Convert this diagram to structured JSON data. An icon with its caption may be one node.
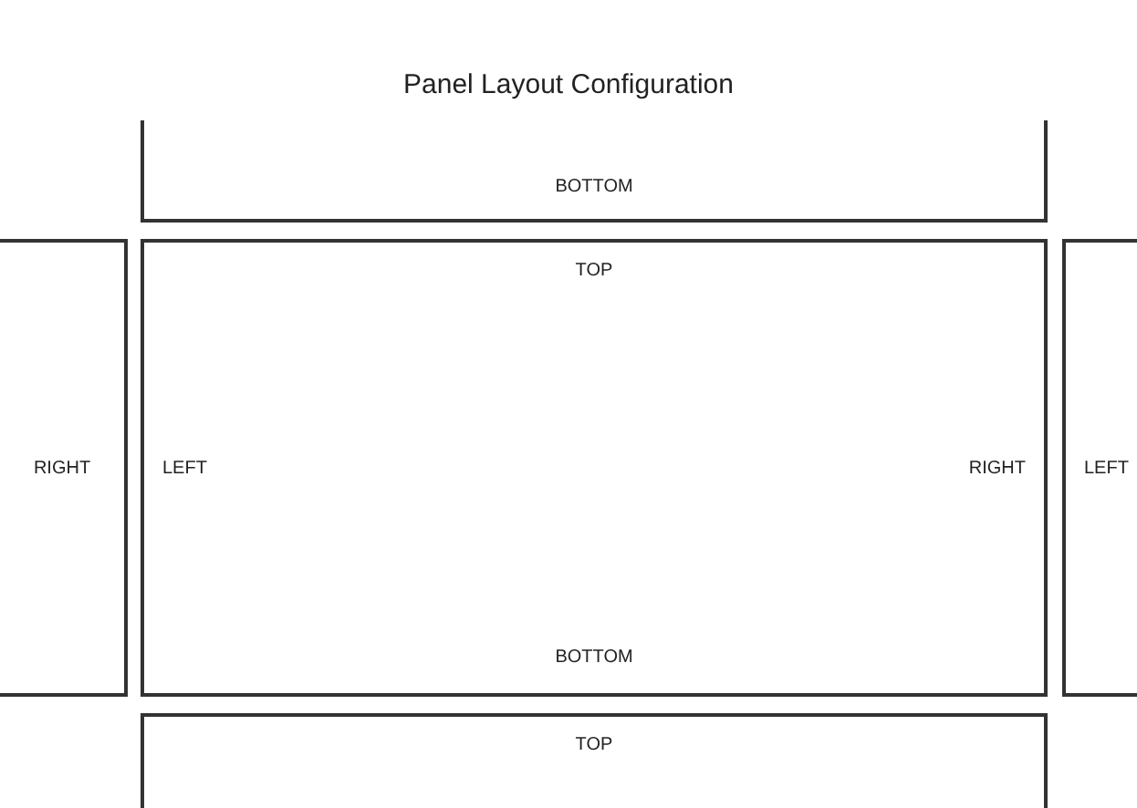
{
  "diagram": {
    "title": "Panel Layout Configuration",
    "nodes": [
      {
        "text": [
          "BOTTOM"
        ]
      },
      {
        "text": [
          "RIGHT"
        ]
      },
      {
        "text": [
          "TOP",
          "LEFT",
          "RIGHT",
          "BOTTOM"
        ]
      },
      {
        "text": [
          "LEFT"
        ]
      },
      {
        "text": [
          "TOP"
        ]
      }
    ]
  }
}
